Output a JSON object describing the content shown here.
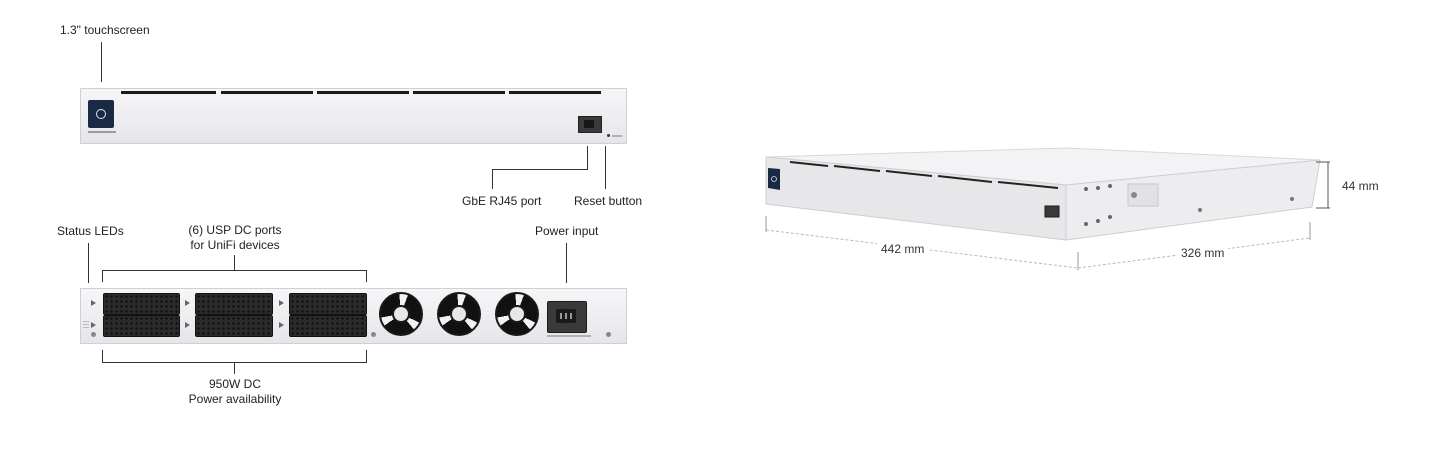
{
  "front_labels": {
    "touchscreen": "1.3\" touchscreen",
    "rj45": "GbE RJ45 port",
    "reset": "Reset button"
  },
  "rear_labels": {
    "status_leds": "Status LEDs",
    "usp_ports_line1": "(6) USP DC ports",
    "usp_ports_line2": "for UniFi devices",
    "power_input": "Power input",
    "power_line1": "950W DC",
    "power_line2": "Power availability"
  },
  "dimensions": {
    "width": "442 mm",
    "depth": "326 mm",
    "height": "44 mm"
  },
  "colors": {
    "chassis": "#f0f0f2",
    "screen": "#1b2a44",
    "port_block": "#2b2b2b"
  }
}
